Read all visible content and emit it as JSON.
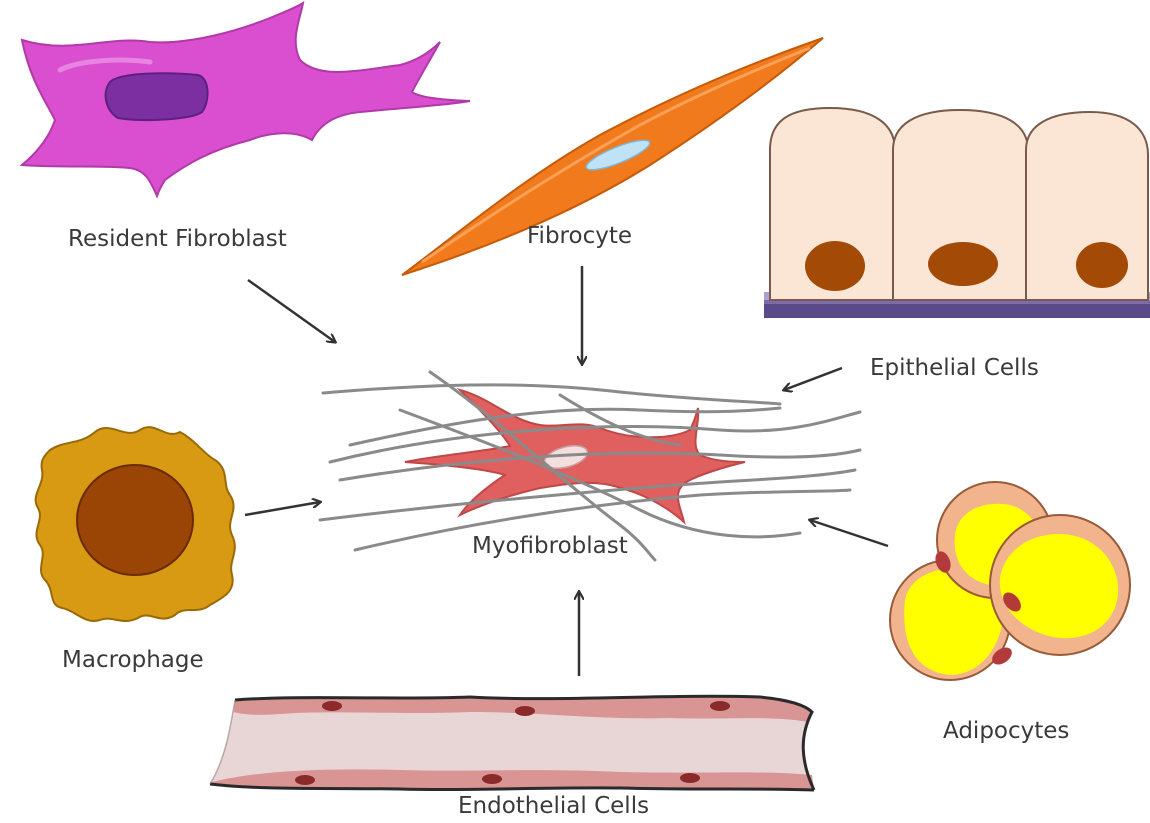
{
  "labels": {
    "resident_fibroblast": "Resident Fibroblast",
    "fibrocyte": "Fibrocyte",
    "epithelial_cells": "Epithelial Cells",
    "macrophage": "Macrophage",
    "myofibroblast": "Myofibroblast",
    "adipocytes": "Adipocytes",
    "endothelial_cells": "Endothelial Cells"
  },
  "colors": {
    "resident_fibroblast": "#d94fd0",
    "resident_fibroblast_nucleus": "#7b2fa0",
    "fibrocyte": "#f07a1c",
    "fibrocyte_nucleus": "#bfe3f5",
    "epithelial_cytoplasm": "#fbe6d6",
    "epithelial_nucleus": "#a34a06",
    "basement_membrane": "#5a4a8a",
    "macrophage": "#d89a13",
    "macrophage_nucleus": "#9a4406",
    "myofibroblast": "#e06060",
    "fibers": "#8a8a8a",
    "adipocyte_rim": "#f2b48c",
    "adipocyte_lipid": "#ffff00",
    "adipocyte_nucleus": "#b23a3a",
    "vessel_lumen": "#e8d6d6",
    "vessel_wall": "#d99494",
    "vessel_nucleus": "#8a2a2a",
    "arrow": "#333333"
  }
}
